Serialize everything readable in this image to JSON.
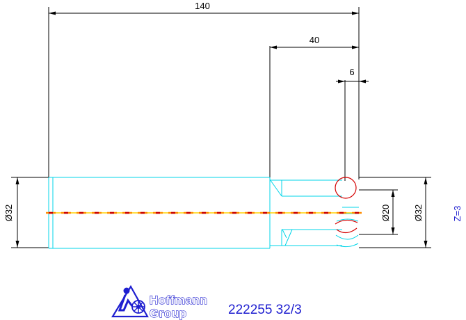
{
  "colors": {
    "dimension": "#000000",
    "outline": "#00d4e8",
    "centerline_a": "#c80000",
    "centerline_b": "#ff8c00",
    "centerline_c": "#ffd400",
    "brand": "#1f1fd0"
  },
  "dimensions": {
    "overall_length": "140",
    "shank_length": "40",
    "collar_width": "6",
    "left_diameter": "Ø32",
    "right_diameter": "Ø32",
    "inner_diameter": "Ø20"
  },
  "side_label": "Z=3",
  "logo": {
    "icon": "hoffmann-logo-icon",
    "line1": "Hoffmann",
    "line2": "Group"
  },
  "part_number": "222255 32/3"
}
